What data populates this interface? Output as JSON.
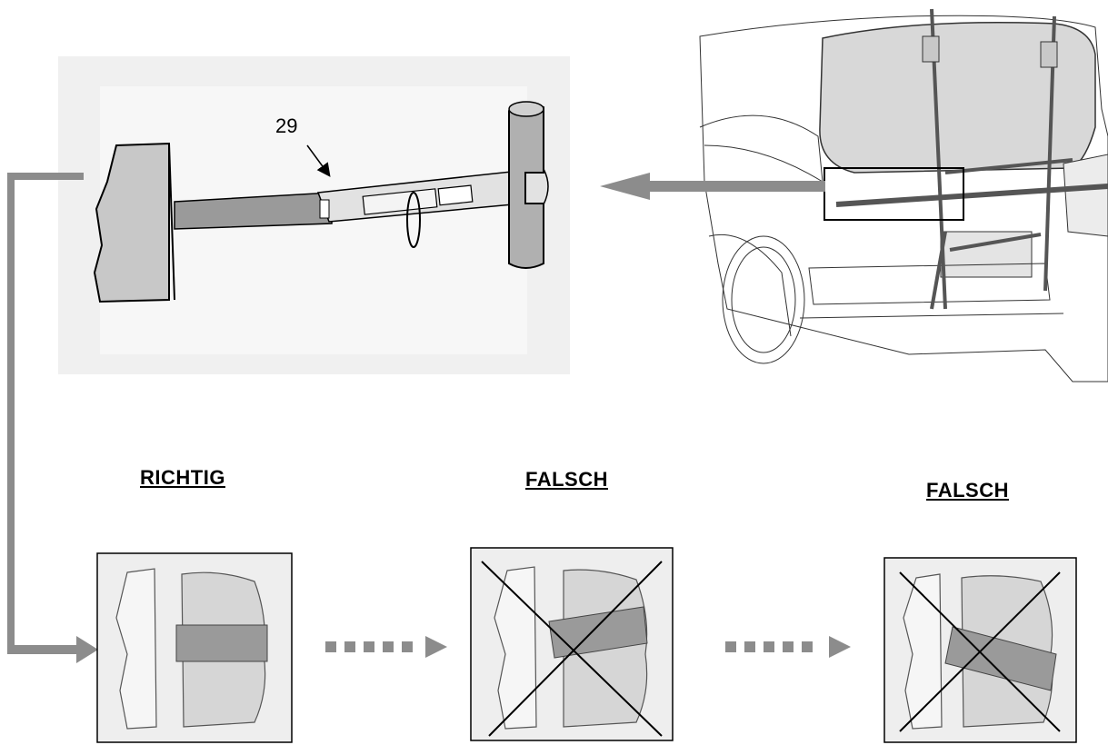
{
  "callout": {
    "number": "29"
  },
  "labels": {
    "correct": "RICHTIG",
    "wrong_1": "FALSCH",
    "wrong_2": "FALSCH"
  },
  "colors": {
    "strap": "#9a9a9a",
    "panel_bg": "#eeeeee",
    "tube": "#b3b3b3",
    "arrow": "#8c8c8c",
    "glass": "#d8d8d8"
  }
}
